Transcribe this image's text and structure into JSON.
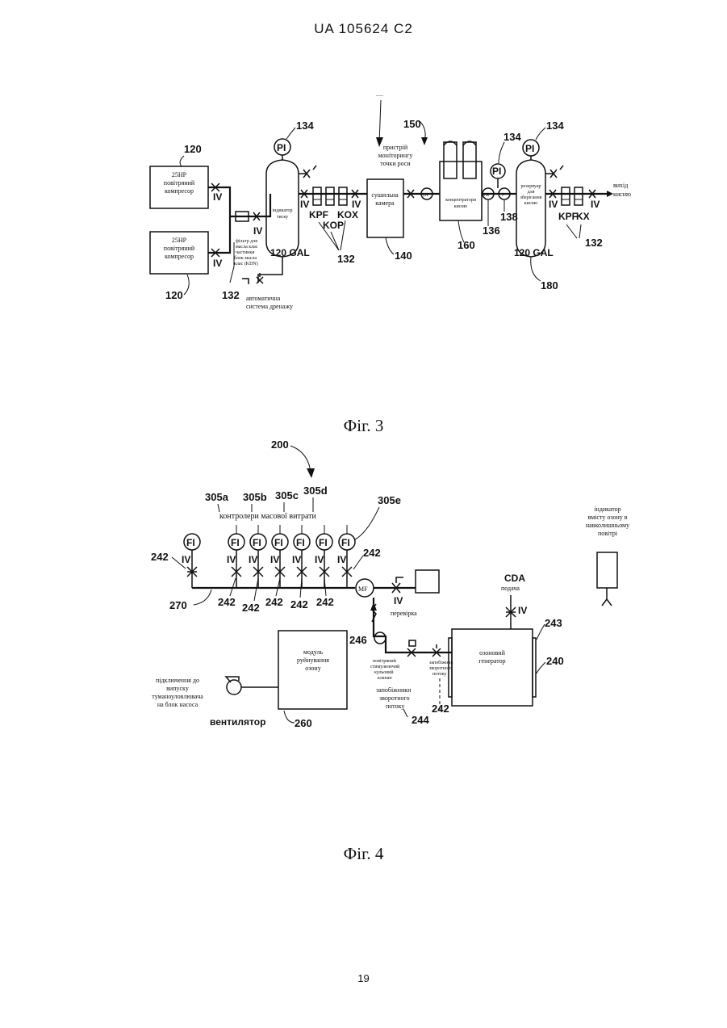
{
  "header": {
    "title": "UA   105624   C2"
  },
  "fig3": {
    "caption": "Фіг. 3",
    "compressor1": {
      "line1": "25HP",
      "line2": "повітряний",
      "line3": "компресор",
      "ref": "120"
    },
    "compressor2": {
      "line1": "25HP",
      "line2": "повітряний",
      "line3": "компресор",
      "ref": "120"
    },
    "filter_note": {
      "line1": "фільтр для",
      "line2": "масла клас",
      "line3": "частинки",
      "line4": "блок масла",
      "line5": "клас (KDN)"
    },
    "iv": "IV",
    "ref_132": "132",
    "tank1": {
      "label1": "індикатор",
      "label2": "тиску",
      "gal": "120  GAL",
      "pi": "PI",
      "ref": "134"
    },
    "drain": {
      "line1": "автоматична",
      "line2": "система дренажу"
    },
    "kpf": "KPF",
    "kop": "KOP",
    "kox": "KOX",
    "kx": "KX",
    "dryer": {
      "line1": "сушильна",
      "line2": "камера",
      "ref": "140"
    },
    "dewpoint": {
      "line1": "пристрій",
      "line2": "моніторингу",
      "line3": "точки роси",
      "ref": "150"
    },
    "concentrators": {
      "line1": "концентратори",
      "line2": "кисню",
      "ref": "160"
    },
    "ref_134b": "134",
    "ref_136": "136",
    "ref_138": "138",
    "tank2": {
      "label1": "резервуар",
      "label2": "для",
      "label3": "зберігання",
      "label4": "кисню",
      "gal": "120  GAL",
      "pi": "PI",
      "ref": "134",
      "ref2": "180"
    },
    "outlet": {
      "line1": "вихід",
      "line2": "кисню"
    },
    "ref_132b": "132",
    "ref_132c": "132",
    "ref_120b": "120",
    "ref_132a": "132",
    "pr": "PR",
    "f": "F",
    "dp": "DP"
  },
  "fig4": {
    "caption": "Фіг. 4",
    "ref_200": "200",
    "mfc_labels": [
      "305a",
      "305b",
      "305c",
      "305d",
      "305e"
    ],
    "mfc_title": "контролери масової витрати",
    "fi": "FI",
    "iv": "IV",
    "ref_242": "242",
    "ref_270": "270",
    "mf": "MF",
    "check": "перевірка",
    "cda": {
      "line1": "CDA",
      "line2": "подача"
    },
    "ozone_gen": {
      "line1": "озоновий",
      "line2": "генератор",
      "ref": "240",
      "ref2": "243"
    },
    "monitor": {
      "line1": "індикатор",
      "line2": "вмісту озону в",
      "line3": "навколишньому",
      "line4": "повітрі"
    },
    "destruct": {
      "line1": "модуль",
      "line2": "руйнування",
      "line3": "озону",
      "ref": "260"
    },
    "fan": "вентилятор",
    "fan_conn": {
      "line1": "підключення до",
      "line2": "випуску",
      "line3": "туманоуловлювача",
      "line4": "на блок насоса"
    },
    "ref_246": "246",
    "ball_valve": {
      "line1": "повітряний",
      "line2": "стимулюючий",
      "line3": "кульовий",
      "line4": "клапан"
    },
    "backflow_small": {
      "line1": "запобіжник",
      "line2": "зворотного",
      "line3": "потоку"
    },
    "backflow": {
      "line1": "запобіжники",
      "line2": "зворотного",
      "line3": "потоку"
    },
    "ref_244": "244"
  },
  "footer": {
    "page": "19"
  }
}
